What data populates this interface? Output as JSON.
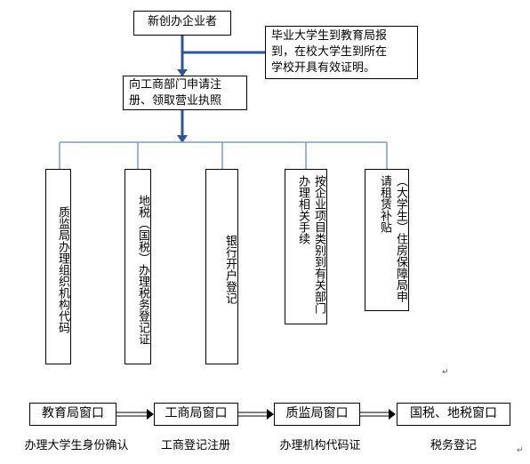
{
  "flowchart": {
    "start": "新创办企业者",
    "note": [
      "毕业大学生到教育局报",
      "到，在校大学生到所在",
      "学校开具有效证明。"
    ],
    "register": [
      "向工商部门申请注",
      "册、领取营业执照"
    ],
    "branches": [
      {
        "label": "质监局办理组织机构代码"
      },
      {
        "label": "地税（国税）办理税务登记证"
      },
      {
        "label": "银行开户登记"
      },
      {
        "label": "按企业项目类别到有关部门办理相关手续"
      },
      {
        "label": "（大学生）住房保障局申请租赁补贴"
      }
    ]
  },
  "process": {
    "steps": [
      {
        "window": "教育局窗口",
        "caption": "办理大学生身份确认"
      },
      {
        "window": "工商局窗口",
        "caption": "工商登记注册"
      },
      {
        "window": "质监局窗口",
        "caption": "办理机构代码证"
      },
      {
        "window": "国税、地税窗口",
        "caption": "税务登记"
      }
    ]
  },
  "colors": {
    "trunk": "#2f5597",
    "branch": "#7a9cc6"
  }
}
